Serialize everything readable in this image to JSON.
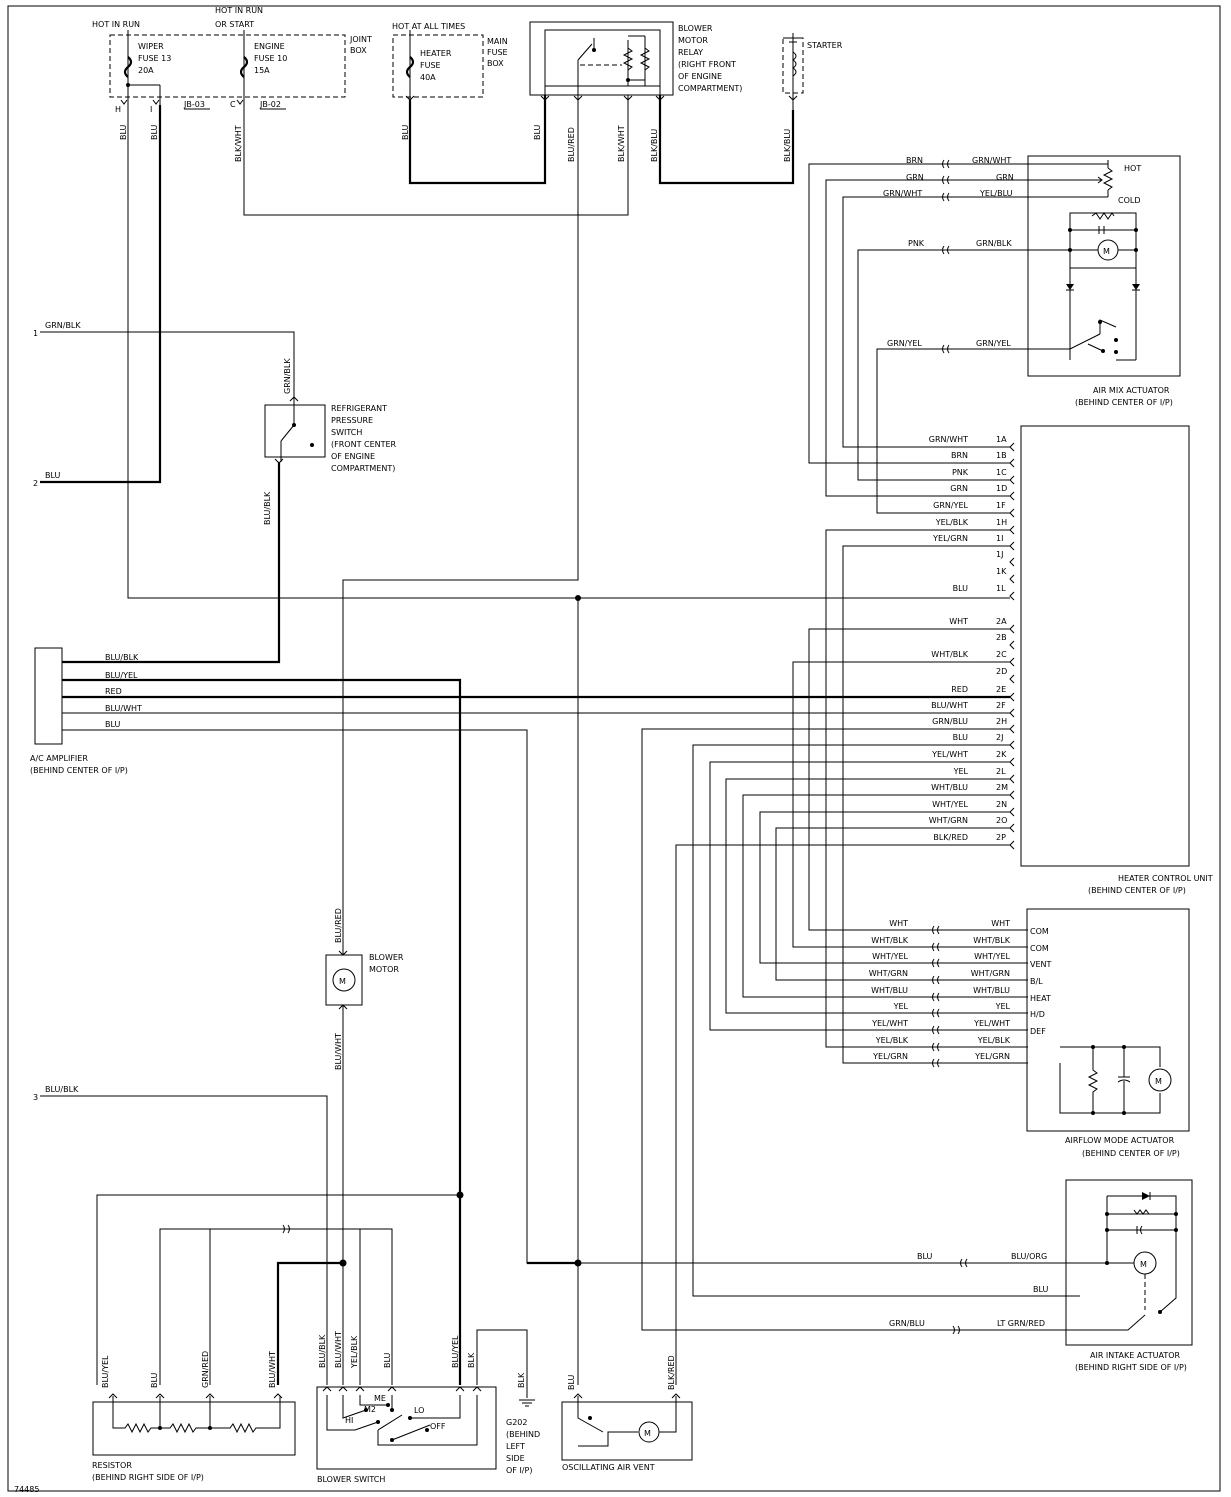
{
  "diagram_id": "74485",
  "power": {
    "hot_in_run": "HOT IN RUN",
    "hot_in_run_or_start_1": "HOT IN RUN",
    "hot_in_run_or_start_2": "OR START",
    "hot_at_all_times": "HOT AT ALL TIMES",
    "joint_box_1": "JOINT",
    "joint_box_2": "BOX",
    "main_fuse_box_1": "MAIN",
    "main_fuse_box_2": "FUSE",
    "main_fuse_box_3": "BOX",
    "wiper_fuse_1": "WIPER",
    "wiper_fuse_2": "FUSE 13",
    "wiper_fuse_3": "20A",
    "engine_fuse_1": "ENGINE",
    "engine_fuse_2": "FUSE 10",
    "engine_fuse_3": "15A",
    "heater_fuse_1": "HEATER",
    "heater_fuse_2": "FUSE",
    "heater_fuse_3": "40A",
    "term_h": "H",
    "term_i": "I",
    "term_c": "C",
    "jb03": "JB-03",
    "jb02": "JB-02"
  },
  "relay": {
    "l1": "BLOWER",
    "l2": "MOTOR",
    "l3": "RELAY",
    "l4": "(RIGHT FRONT",
    "l5": "OF ENGINE",
    "l6": "COMPARTMENT)",
    "starter": "STARTER"
  },
  "wire_colors": {
    "blu": "BLU",
    "blu_red": "BLU/RED",
    "blk_wht": "BLK/WHT",
    "blk_blu": "BLK/BLU",
    "grn_blk": "GRN/BLK",
    "blu_blk": "BLU/BLK",
    "blu_yel": "BLU/YEL",
    "red": "RED",
    "blu_wht": "BLU/WHT",
    "brn": "BRN",
    "grn": "GRN",
    "grn_wht": "GRN/WHT",
    "yel_blu": "YEL/BLU",
    "pnk": "PNK",
    "grn_yel": "GRN/YEL",
    "yel_blk": "YEL/BLK",
    "yel_grn": "YEL/GRN",
    "wht": "WHT",
    "wht_blk": "WHT/BLK",
    "grn_blu": "GRN/BLU",
    "yel_wht": "YEL/WHT",
    "yel": "YEL",
    "wht_blu": "WHT/BLU",
    "wht_yel": "WHT/YEL",
    "wht_grn": "WHT/GRN",
    "blk_red": "BLK/RED",
    "blk": "BLK",
    "blu_org": "BLU/ORG",
    "lt_grn_red": "LT GRN/RED"
  },
  "refrigerant_switch": {
    "l1": "REFRIGERANT",
    "l2": "PRESSURE",
    "l3": "SWITCH",
    "l4": "(FRONT CENTER",
    "l5": "OF ENGINE",
    "l6": "COMPARTMENT)"
  },
  "ac_amplifier": {
    "l1": "A/C AMPLIFIER",
    "l2": "(BEHIND CENTER OF I/P)"
  },
  "air_mix_actuator": {
    "l1": "AIR MIX ACTUATOR",
    "l2": "(BEHIND CENTER OF I/P)",
    "hot": "HOT",
    "cold": "COLD"
  },
  "heater_control_unit": {
    "l1": "HEATER CONTROL UNIT",
    "l2": "(BEHIND CENTER OF I/P)",
    "pins": [
      {
        "pin": "1A",
        "wire": "GRN/WHT"
      },
      {
        "pin": "1B",
        "wire": "BRN"
      },
      {
        "pin": "1C",
        "wire": "PNK"
      },
      {
        "pin": "1D",
        "wire": "GRN"
      },
      {
        "pin": "1F",
        "wire": "GRN/YEL"
      },
      {
        "pin": "1H",
        "wire": "YEL/BLK"
      },
      {
        "pin": "1I",
        "wire": "YEL/GRN"
      },
      {
        "pin": "1J",
        "wire": ""
      },
      {
        "pin": "1K",
        "wire": ""
      },
      {
        "pin": "1L",
        "wire": "BLU"
      },
      {
        "pin": "2A",
        "wire": "WHT"
      },
      {
        "pin": "2B",
        "wire": ""
      },
      {
        "pin": "2C",
        "wire": "WHT/BLK"
      },
      {
        "pin": "2D",
        "wire": ""
      },
      {
        "pin": "2E",
        "wire": "RED"
      },
      {
        "pin": "2F",
        "wire": "BLU/WHT"
      },
      {
        "pin": "2H",
        "wire": "GRN/BLU"
      },
      {
        "pin": "2J",
        "wire": "BLU"
      },
      {
        "pin": "2K",
        "wire": "YEL/WHT"
      },
      {
        "pin": "2L",
        "wire": "YEL"
      },
      {
        "pin": "2M",
        "wire": "WHT/BLU"
      },
      {
        "pin": "2N",
        "wire": "WHT/YEL"
      },
      {
        "pin": "2O",
        "wire": "WHT/GRN"
      },
      {
        "pin": "2P",
        "wire": "BLK/RED"
      }
    ]
  },
  "airflow_actuator": {
    "l1": "AIRFLOW MODE ACTUATOR",
    "l2": "(BEHIND CENTER OF I/P)",
    "pins": [
      {
        "wire": "WHT",
        "term": "COM"
      },
      {
        "wire": "WHT/BLK",
        "term": "COM"
      },
      {
        "wire": "WHT/YEL",
        "term": "VENT"
      },
      {
        "wire": "WHT/GRN",
        "term": "B/L"
      },
      {
        "wire": "WHT/BLU",
        "term": "HEAT"
      },
      {
        "wire": "YEL",
        "term": "H/D"
      },
      {
        "wire": "YEL/WHT",
        "term": "DEF"
      },
      {
        "wire": "YEL/BLK",
        "term": ""
      },
      {
        "wire": "YEL/GRN",
        "term": ""
      }
    ]
  },
  "air_intake_actuator": {
    "l1": "AIR INTAKE ACTUATOR",
    "l2": "(BEHIND RIGHT SIDE OF I/P)"
  },
  "blower_motor": {
    "l1": "BLOWER",
    "l2": "MOTOR"
  },
  "connectors": {
    "c1": "1",
    "c2": "2",
    "c3": "3"
  },
  "resistor": {
    "l1": "RESISTOR",
    "l2": "(BEHIND RIGHT SIDE OF I/P)"
  },
  "blower_switch": {
    "label": "BLOWER SWITCH",
    "hi": "HI",
    "m2": "M2",
    "me": "ME",
    "lo": "LO",
    "off": "OFF"
  },
  "ground": {
    "l1": "G202",
    "l2": "(BEHIND",
    "l3": "LEFT",
    "l4": "SIDE",
    "l5": "OF I/P)"
  },
  "oscillating_vent": {
    "label": "OSCILLATING AIR VENT"
  },
  "motor_symbol": "M"
}
